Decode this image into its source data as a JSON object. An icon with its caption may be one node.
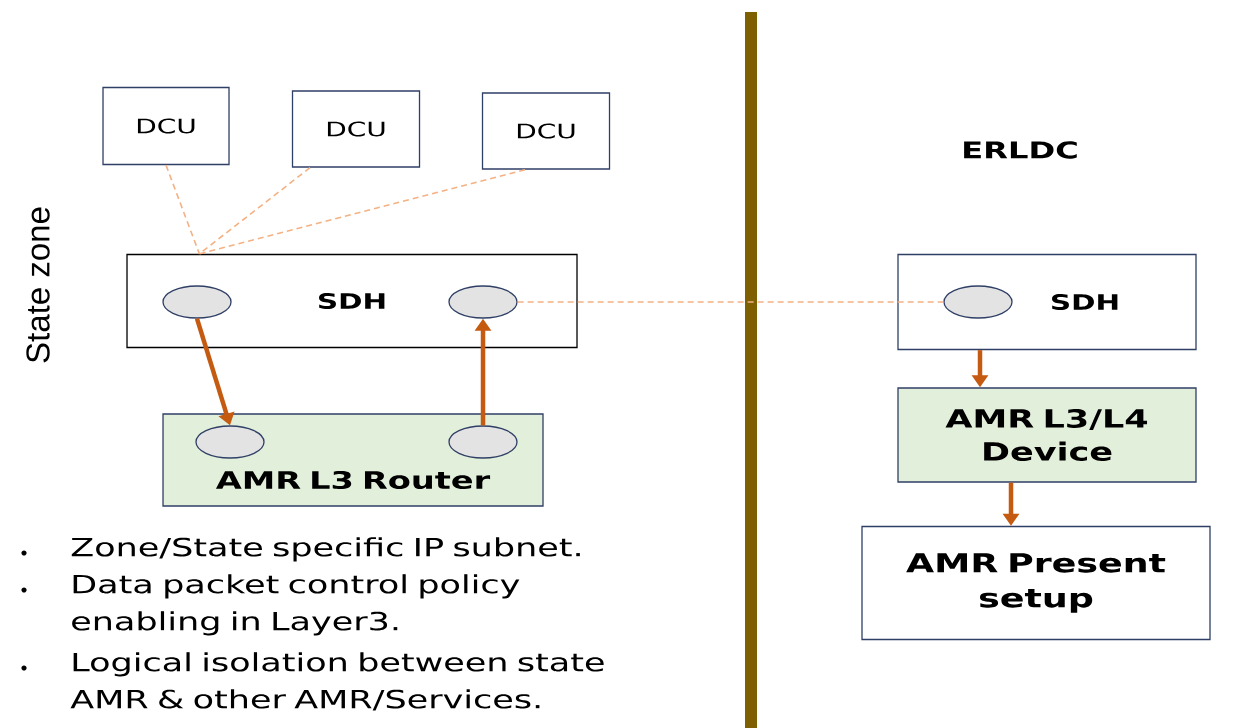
{
  "diagram": {
    "nodes": [
      {
        "text": [
          "DCU"
        ]
      },
      {
        "text": [
          "DCU"
        ]
      },
      {
        "text": [
          "DCU"
        ]
      },
      {
        "text": [
          "SDH"
        ]
      },
      {
        "text": [],
        "shape": "ellipse",
        "in": 3
      },
      {
        "text": [],
        "shape": "ellipse",
        "in": 3
      },
      {
        "text": [
          "AMR L3 Router"
        ]
      },
      {
        "text": [],
        "shape": "ellipse",
        "in": 6
      },
      {
        "text": [],
        "shape": "ellipse",
        "in": 6
      },
      {
        "text": [
          "SDH"
        ]
      },
      {
        "text": [],
        "shape": "ellipse",
        "in": 9
      },
      {
        "text": [
          "AMR L3/L4 Device"
        ]
      },
      {
        "text": [
          "AMR Present setup"
        ]
      }
    ],
    "edges": [
      {
        "from": 0,
        "to": 3,
        "arrow": "none",
        "style": "dashed",
        "color": "#f4b183"
      },
      {
        "from": 1,
        "to": 3,
        "arrow": "none",
        "style": "dashed",
        "color": "#f4b183"
      },
      {
        "from": 2,
        "to": 3,
        "arrow": "none",
        "style": "dashed",
        "color": "#f4b183"
      },
      {
        "from": 4,
        "to": 7,
        "arrow": "to",
        "style": "thick",
        "color": "#c55a11"
      },
      {
        "from": 8,
        "to": 5,
        "arrow": "to",
        "style": "thick",
        "color": "#c55a11"
      },
      {
        "from": 5,
        "to": 10,
        "arrow": "none",
        "style": "dashed",
        "color": "#f4b183"
      },
      {
        "from": 9,
        "to": 11,
        "arrow": "to",
        "style": "thick",
        "color": "#c55a11"
      },
      {
        "from": 11,
        "to": 12,
        "arrow": "to",
        "style": "thick",
        "color": "#c55a11"
      }
    ],
    "labels": [
      "State zone",
      "ERLDC",
      "Zone/State specific IP subnet.",
      "Data packet control policy enabling in Layer3.",
      "Logical isolation between state AMR & other AMR/Services."
    ]
  }
}
